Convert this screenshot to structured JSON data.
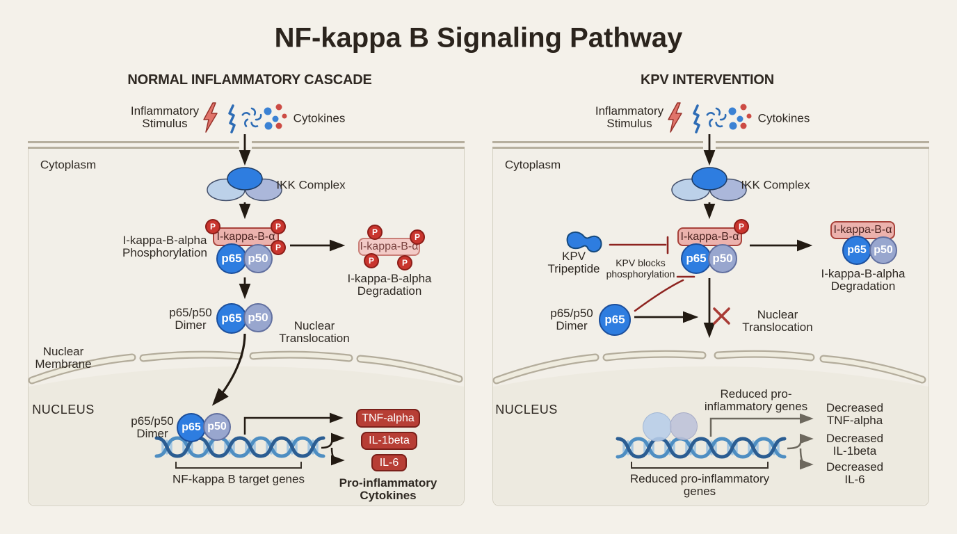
{
  "title": "NF-kappa B Signaling Pathway",
  "shared": {
    "p": "P",
    "p65": "p65",
    "p50": "p50",
    "ikb": "I-kappa-B-α",
    "cytoplasm": "Cytoplasm",
    "nucleus": "NUCLEUS",
    "inflammatory": "Inflammatory",
    "stimulus": "Stimulus",
    "cytokines": "Cytokines",
    "ikk": "IKK Complex",
    "dimer1": "p65/p50",
    "dimer2": "Dimer",
    "nt1": "Nuclear",
    "nt2": "Translocation",
    "deg1": "I-kappa-B-alpha",
    "deg2": "Degradation"
  },
  "left": {
    "header": "NORMAL INFLAMMATORY CASCADE",
    "phos1": "I-kappa-B-alpha",
    "phos2": "Phosphorylation",
    "nm1": "Nuclear",
    "nm2": "Membrane",
    "target_genes": "NF-kappa B target genes",
    "boxes": [
      "TNF-alpha",
      "IL-1beta",
      "IL-6"
    ],
    "pro1": "Pro-inflammatory",
    "pro2": "Cytokines"
  },
  "right": {
    "header": "KPV INTERVENTION",
    "kpv1": "KPV",
    "kpv2": "Tripeptide",
    "blocks1": "KPV blocks",
    "blocks2": "phosphorylation",
    "reduced_top1": "Reduced pro-",
    "reduced_top2": "inflammatory genes",
    "reduced_bot1": "Reduced pro-inflammatory",
    "reduced_bot2": "genes",
    "decreased": [
      {
        "a": "Decreased",
        "b": "TNF-alpha"
      },
      {
        "a": "Decreased",
        "b": "IL-1beta"
      },
      {
        "a": "Decreased",
        "b": "IL-6"
      }
    ]
  },
  "colors": {
    "background": "#f4f1ea",
    "ink": "#2e2822",
    "arrow_black": "#221a12",
    "arrow_gray": "#6d685e",
    "inhibit_red": "#8e2420",
    "p65_blue": "#2e7de0",
    "p50_blue_gray": "#98a6ce",
    "ikb_pink": "#ecb2ad",
    "phospho_red": "#c9352e",
    "cytokine_red": "#b73e35",
    "dna_dark": "#2b5d92",
    "dna_light": "#4e8ec2",
    "membrane": "#b6af9e"
  }
}
